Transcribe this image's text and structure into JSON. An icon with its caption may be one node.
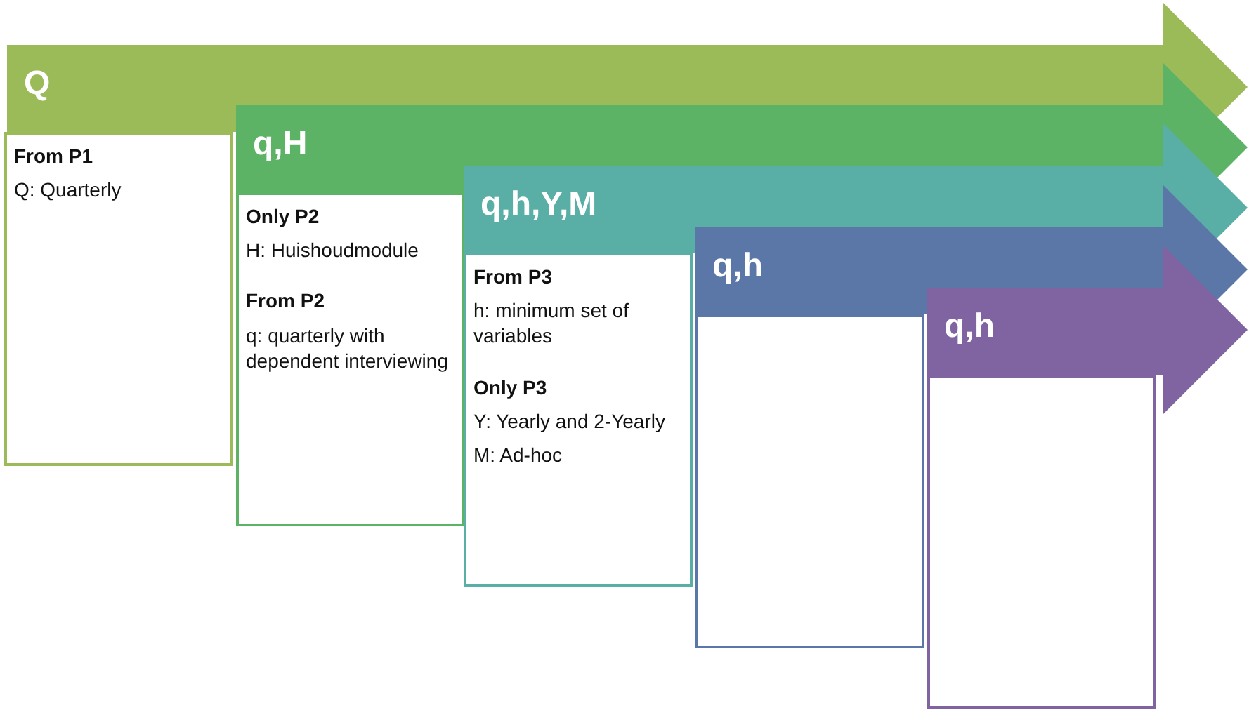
{
  "diagram": {
    "nodes": [
      {
        "text": [
          "Q"
        ]
      },
      {
        "text": [
          "From P1",
          "Q: Quarterly"
        ]
      },
      {
        "text": [
          "q,H"
        ]
      },
      {
        "text": [
          "Only P2",
          "H: Huishoudmodule",
          "From P2",
          "q: quarterly with dependent interviewing"
        ]
      },
      {
        "text": [
          "q,h,Y,M"
        ]
      },
      {
        "text": [
          "From P3",
          "h: minimum set of variables",
          "Only P3",
          "Y: Yearly and 2-Yearly",
          "M: Ad-hoc"
        ]
      },
      {
        "text": [
          "q,h"
        ]
      },
      {
        "text": [],
        "shape": "box"
      },
      {
        "text": [
          "q,h"
        ]
      },
      {
        "text": [],
        "shape": "box"
      }
    ]
  }
}
